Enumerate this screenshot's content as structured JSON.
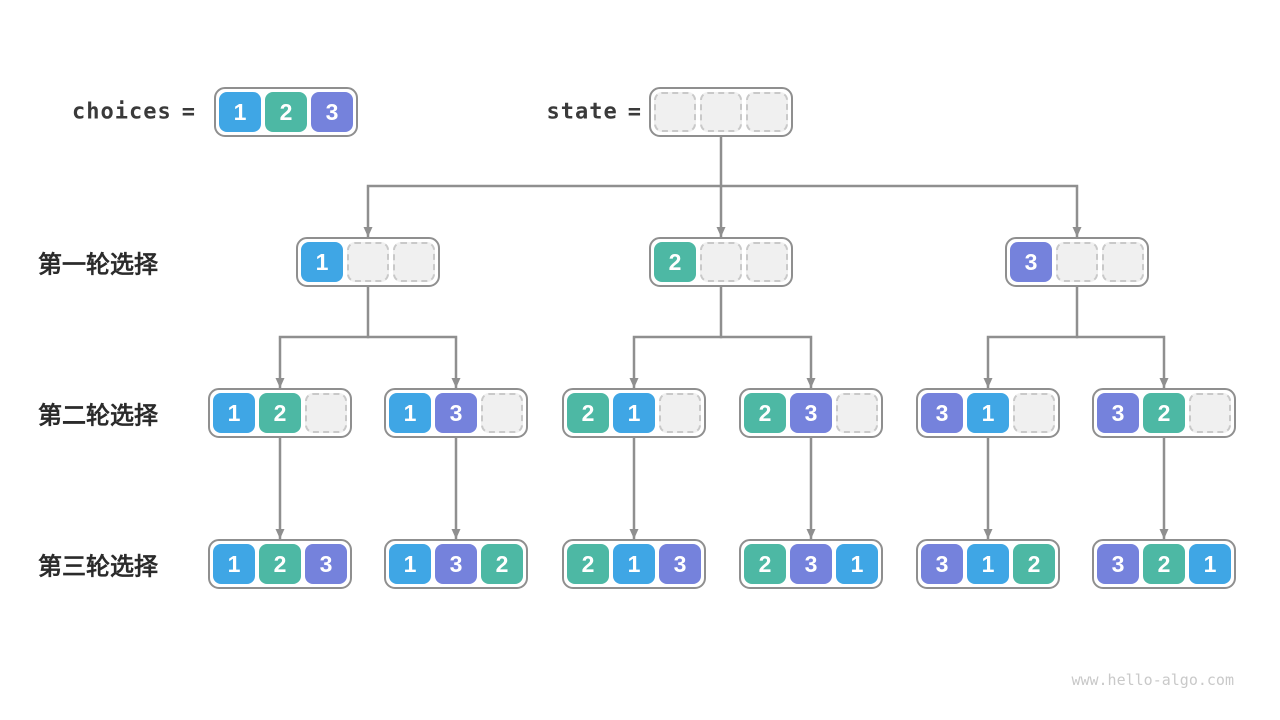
{
  "header": {
    "choices_label": "choices",
    "state_label": "state",
    "equals": "=",
    "choices_cells": [
      1,
      2,
      3
    ],
    "state_cells": [
      null,
      null,
      null
    ]
  },
  "rows": [
    {
      "label": "第一轮选择",
      "nodes": [
        [
          1,
          null,
          null
        ],
        [
          2,
          null,
          null
        ],
        [
          3,
          null,
          null
        ]
      ]
    },
    {
      "label": "第二轮选择",
      "nodes": [
        [
          1,
          2,
          null
        ],
        [
          1,
          3,
          null
        ],
        [
          2,
          1,
          null
        ],
        [
          2,
          3,
          null
        ],
        [
          3,
          1,
          null
        ],
        [
          3,
          2,
          null
        ]
      ]
    },
    {
      "label": "第三轮选择",
      "nodes": [
        [
          1,
          2,
          3
        ],
        [
          1,
          3,
          2
        ],
        [
          2,
          1,
          3
        ],
        [
          2,
          3,
          1
        ],
        [
          3,
          1,
          2
        ],
        [
          3,
          2,
          1
        ]
      ]
    }
  ],
  "colors": {
    "values": {
      "1": "#3fa6e5",
      "2": "#4db8a4",
      "3": "#7582dc"
    },
    "empty_fill": "#f0f0f0",
    "empty_dash": "#c9c9c9",
    "box_border": "#8f8f8f",
    "line": "#8f8f8f",
    "text": "#2b2b2b"
  },
  "watermark": "www.hello-algo.com"
}
